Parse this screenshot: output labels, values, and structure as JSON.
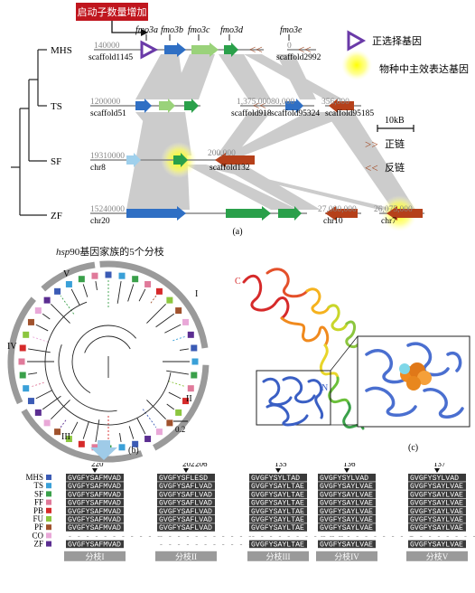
{
  "panel_a": {
    "promoter_label": "启动子数量增加",
    "legend": {
      "positive_selection": "正选择基因",
      "main_expressed": "物种中主效表达基因",
      "forward": "正链",
      "reverse": "反链",
      "scale": "10kB"
    },
    "species": [
      "MHS",
      "TS",
      "SF",
      "ZF"
    ],
    "gene_names": [
      "fmo3a",
      "fmo3b",
      "fmo3c",
      "fmo3d",
      "fmo3e"
    ],
    "rows": [
      {
        "coords": [
          {
            "pos": "140000",
            "scaffold": "scaffold1145"
          },
          {
            "pos": "0",
            "scaffold": "scaffold2992"
          }
        ]
      },
      {
        "coords": [
          {
            "pos": "1200000",
            "scaffold": "scaffold51"
          },
          {
            "pos": "1,375,000",
            "scaffold": "scaffold918"
          },
          {
            "pos": "80,000",
            "scaffold": "scaffold95324"
          },
          {
            "pos": "356,000",
            "scaffold": "scaffold95185"
          }
        ]
      },
      {
        "coords": [
          {
            "pos": "19310000",
            "scaffold": "chr8"
          },
          {
            "pos": "200,000",
            "scaffold": "scaffold132"
          }
        ]
      },
      {
        "coords": [
          {
            "pos": "15240000",
            "scaffold": "chr20"
          },
          {
            "pos": "27,000,000",
            "scaffold": "chr10"
          },
          {
            "pos": "26,075,000",
            "scaffold": "chr7"
          }
        ]
      }
    ],
    "panel_label": "(a)"
  },
  "panel_b": {
    "title_italic": "hsp",
    "title_rest": "90基因家族的5个分枝",
    "clades": [
      "I",
      "II",
      "III",
      "IV",
      "V"
    ],
    "scale": "0.2",
    "panel_label": "(b)"
  },
  "panel_c": {
    "n_label": "N",
    "c_label": "C",
    "panel_label": "(c)"
  },
  "panel_d": {
    "species": [
      {
        "name": "MHS",
        "color": "#3b5bb5"
      },
      {
        "name": "TS",
        "color": "#3aa0d8"
      },
      {
        "name": "SF",
        "color": "#3aa04a"
      },
      {
        "name": "FF",
        "color": "#e07a9a"
      },
      {
        "name": "PB",
        "color": "#d62a2a"
      },
      {
        "name": "FU",
        "color": "#8cc63f"
      },
      {
        "name": "PF",
        "color": "#a0522d"
      },
      {
        "name": "CO",
        "color": "#e9a8d8"
      },
      {
        "name": "ZF",
        "color": "#5b2d91"
      }
    ],
    "blocks": [
      {
        "position": "220",
        "label": "分枝I",
        "rows": [
          "GVGFYSAFMVAD",
          "GVGFYSAFMVAD",
          "GVGFYSAFMVAD",
          "GVGFYSAFMVAD",
          "GVGFYSAFMVAD",
          "GVGFYSAFMVAD",
          "GVGFYSAFMVAD",
          "- - - - - - - - - - -",
          "GVGFYSAFMVAD"
        ]
      },
      {
        "position": "202",
        "position2": "206",
        "label": "分枝II",
        "rows": [
          "GVGFYSFLESD",
          "GVGFYSAFLVAD",
          "GVGFYSAFLVAD",
          "GVGFYSAFLVAD",
          "GVGFYSAFLVAD",
          "GVGFYSAFLVAD",
          "GVGFYSAFLVAD",
          "- - - - - - - - - - -",
          "- - - - - - - - - - -"
        ]
      },
      {
        "position": "135",
        "label": "分枝III",
        "rows": [
          "GVGFYSYLTAD",
          "GVGFYSAYLTAE",
          "GVGFYSAYLTAE",
          "GVGFYSAYLTAE",
          "GVGFYSAYLTAE",
          "GVGFYSAYLTAE",
          "GVGFYSAYLTAE",
          "- - - - - - - - - - -",
          "GVGFYSAYLTAE"
        ]
      },
      {
        "position": "136",
        "label": "分枝IV",
        "rows": [
          "GVGFYSYLVAD",
          "GVGFYSAYLVAE",
          "GVGFYSAYLVAE",
          "GVGFYSAYLVAE",
          "GVGFYSAYLVAE",
          "GVGFYSAYLVAE",
          "GVGFYSAYLVAE",
          "- - - - - - - - - - -",
          "GVGFYSAYLVAE"
        ]
      },
      {
        "position": "137",
        "label": "分枝V",
        "rows": [
          "GVGFYSYLVAD",
          "GVGFYSAYLVAE",
          "GVGFYSAYLVAE",
          "GVGFYSAYLVAE",
          "GVGFYSAYLVAE",
          "GVGFYSAYLVAE",
          "GVGFYSAYLVAE",
          "- - - - - - - - - - -",
          "GVGFYSAYLVAE"
        ]
      }
    ]
  }
}
